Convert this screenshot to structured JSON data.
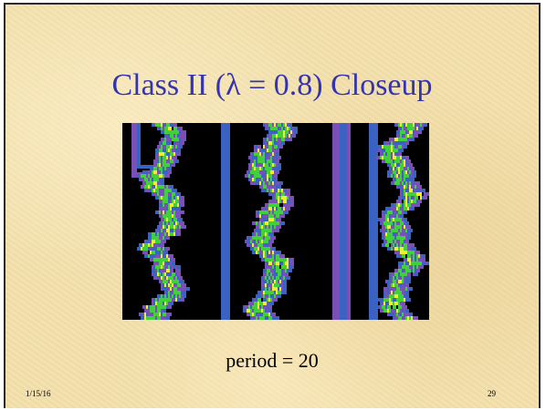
{
  "slide": {
    "title": "Class II (λ = 0.8) Closeup",
    "caption": "period = 20",
    "footer_date": "1/15/16",
    "page_number": "29"
  },
  "colors": {
    "title": "#3434b0",
    "background": "#f3dfa9",
    "ca_background": "#000000",
    "ca_blue": "#3a62c2",
    "ca_purple": "#7a4fb8",
    "ca_green": "#3fd03a",
    "ca_yellow": "#f0ee30"
  }
}
